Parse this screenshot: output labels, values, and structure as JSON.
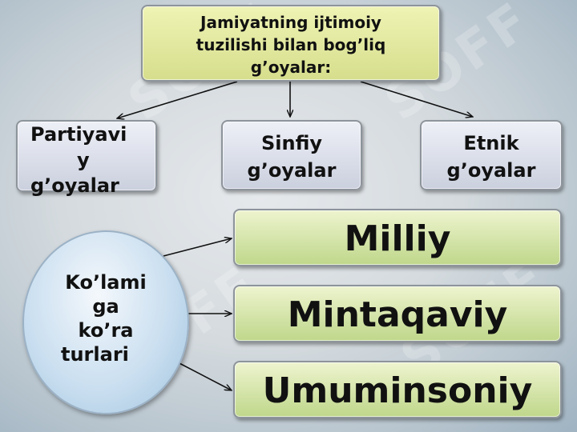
{
  "header": {
    "lines": [
      "Jamiyatning  ijtimoiy",
      "tuzilishi bilan bog’liq",
      "g’oyalar:"
    ]
  },
  "categories": [
    {
      "lines": [
        "Partiyavi",
        "y",
        "g’oyalar"
      ]
    },
    {
      "lines": [
        "Sinfiy",
        "g’oyalar"
      ]
    },
    {
      "lines": [
        "Etnik",
        "g’oyalar"
      ]
    }
  ],
  "scope": {
    "lines": [
      "Ko’lami",
      "ga",
      "ko’ra",
      "turlari"
    ]
  },
  "types": [
    "Milliy",
    "Mintaqaviy",
    "Umuminsoniy"
  ],
  "watermark": {
    "text": "SOFF"
  },
  "colors": {
    "header_fill": "#e3e9a3",
    "category_fill": "#dde0ea",
    "type_fill": "#d4e4ad",
    "circle_fill": "#c7ddef",
    "arrow": "#111111"
  }
}
